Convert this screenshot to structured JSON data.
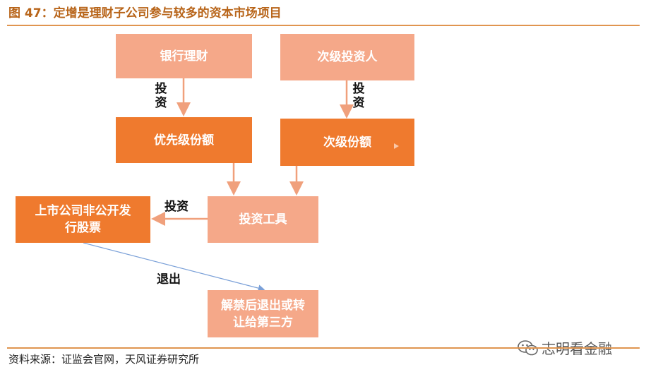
{
  "figure": {
    "title": "图 47：定增是理财子公司参与较多的资本市场项目",
    "source": "资料来源：证监会官网，天风证券研究所"
  },
  "nodes": {
    "bank_wm": "银行理财",
    "sub_investor": "次级投资人",
    "priority_share": "优先级份额",
    "sub_share": "次级份额",
    "listed_company": "上市公司非公开发行股票",
    "invest_tool": "投资工具",
    "exit": "解禁后退出或转让给第三方"
  },
  "edge_labels": {
    "invest_left": "投资",
    "invest_right": "投资",
    "invest_mid": "投资",
    "exit": "退出"
  },
  "watermark": {
    "icon": "wechat-icon",
    "text": "志明看金融"
  },
  "colors": {
    "light_node": "#f5a889",
    "dark_node": "#ef7a2e",
    "arrow": "#f0a07c",
    "exit_arrow": "#7aa0d8",
    "title": "#b8651a",
    "rule": "#e09550"
  }
}
